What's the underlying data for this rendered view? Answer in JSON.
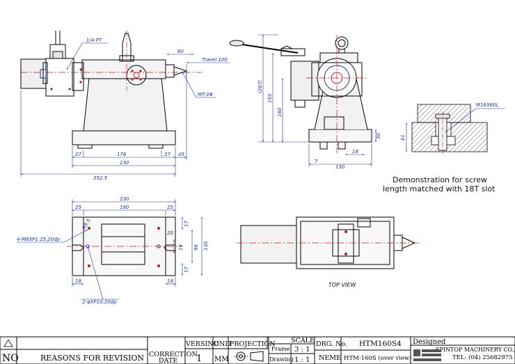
{
  "dimensions": {
    "front": {
      "travel": "Travel 100",
      "d60": "60",
      "pt": "1/4-PT",
      "mt": "MT-3#",
      "d27a": "27",
      "d176": "176",
      "d27b": "27",
      "d45": "45",
      "d230": "230",
      "d3525": "352.5"
    },
    "side": {
      "d267": "(267)",
      "d193": "193",
      "d160": "160",
      "d30": "30",
      "d18": "18",
      "d7": "7",
      "d130": "130"
    },
    "bottom": {
      "d230": "230",
      "d25a": "25",
      "d180": "180",
      "d25b": "25",
      "r95": "R9.5",
      "d20": "20",
      "d17a": "17",
      "d19": "19",
      "d96": "96",
      "d130": "130",
      "d17b": "17",
      "d18a": "18",
      "d18b": "18",
      "holes4": "4-M8XP1.25,20dp",
      "holes2": "2-φXP10,20dp"
    },
    "detail": {
      "m16": "M16X60L",
      "d61": "61"
    }
  },
  "demo_note": {
    "line1": "Demonstration for screw",
    "line2": "length matched with 18T slot"
  },
  "top_view_label": "TOP VIEW",
  "title_block": {
    "no_label": "NO",
    "reasons_label": "REASONS FOR REVISION",
    "correction_label_1": "CORRECTION",
    "correction_label_2": "DATE",
    "version_label": "VERSINO",
    "version_value": "1",
    "unit_label": "UNIT",
    "unit_value": "MM",
    "projection_label": "PROJECTION",
    "scale_label": "SCALE",
    "frame_label": "Frame",
    "frame_value": "3 : 1",
    "drawing_label": "Drawing",
    "drawing_value": "1 : 1",
    "drg_label": "DRG. No.",
    "drg_value": "HTM160S4",
    "name_label": "NEME",
    "name_value": "HTM-160S (over view)",
    "designed_label": "Designed",
    "company": "SPINTOP MACHINERY CO., LTD.",
    "tel": "TEL: (04) 25682975"
  },
  "colors": {
    "line": "#000000",
    "dimension": "#1a2fb0",
    "centerline": "#d01010",
    "accent": "#d4143a",
    "hole": "#c01818"
  }
}
